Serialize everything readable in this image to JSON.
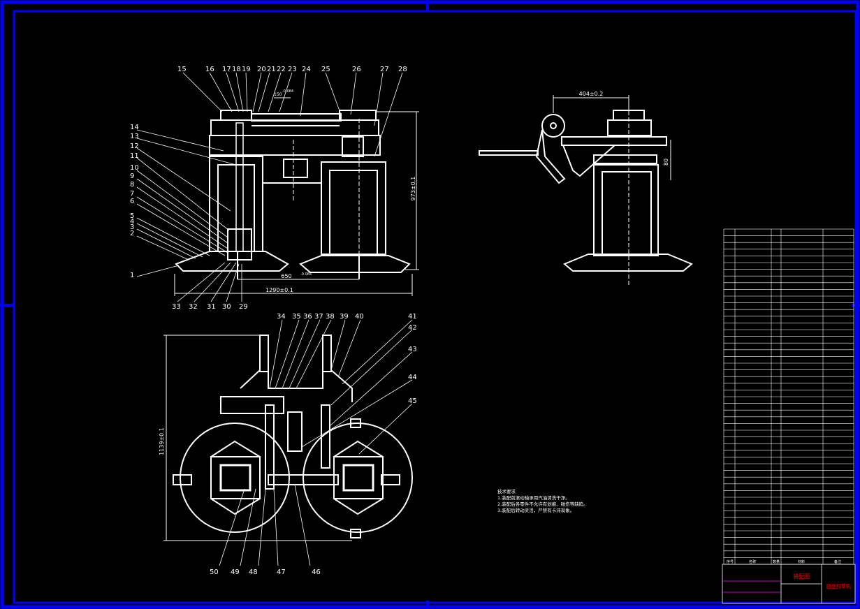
{
  "drawing": {
    "front_view_part_numbers_top": [
      "15",
      "16",
      "17",
      "18",
      "19",
      "20",
      "21",
      "22",
      "23",
      "24",
      "25",
      "26",
      "27",
      "28"
    ],
    "front_view_part_numbers_left": [
      "14",
      "13",
      "12",
      "11",
      "10",
      "9",
      "8",
      "7",
      "6",
      "5",
      "4",
      "3",
      "2"
    ],
    "front_view_part_numbers_bottom": [
      "33",
      "32",
      "31",
      "30",
      "29"
    ],
    "front_view_part_number_1": "1",
    "front_view_dims": {
      "overall_width": "1290±0.1",
      "center_distance": "650",
      "center_distance_tol": "-0.084",
      "height": "973±0.1",
      "top_dim": "150",
      "top_dim_tol": "-0.084"
    },
    "side_view_dims": {
      "width": "404±0.2",
      "height": "80"
    },
    "top_view_part_numbers_top": [
      "34",
      "35",
      "36",
      "37",
      "38",
      "39",
      "40"
    ],
    "top_view_part_numbers_right": [
      "41",
      "42",
      "43",
      "44",
      "45"
    ],
    "top_view_part_numbers_bottom": [
      "50",
      "49",
      "48",
      "47",
      "46"
    ],
    "top_view_dims": {
      "depth": "1139±0.1"
    },
    "technical_requirements": {
      "title": "技术要求",
      "items": [
        "1.装配前滚动轴承用汽油清洗干净。",
        "2.装配后各零件不允许有划痕、碰伤等缺陷。",
        "3.装配后转动灵活，严禁有卡滞现象。"
      ]
    },
    "title_block": {
      "drawing_name": "装配图",
      "product_name": "圆盘割草机",
      "col_headers": [
        "序号",
        "名称",
        "数量",
        "材料",
        "备注"
      ]
    }
  },
  "colors": {
    "background": "#000000",
    "lines": "#ffffff",
    "frame": "#0000ff",
    "title_text": "#ff0000",
    "title_block_magenta": "#ff00ff"
  }
}
